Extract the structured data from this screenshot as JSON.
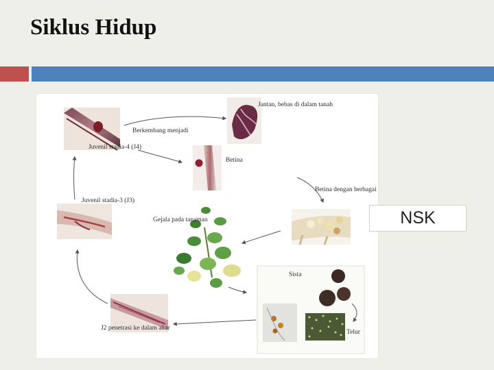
{
  "slide": {
    "title": "Siklus Hidup"
  },
  "overlay": {
    "label": "NSK"
  },
  "diagram": {
    "labels": {
      "male": "Jantan, bebas di dalam tanah",
      "develops": "Berkembang menjadi",
      "juvenile4": "Juvenil stadia-4 (J4)",
      "female": "Betina",
      "female_stages": "Betina dengan berbagai stadia",
      "juvenile3": "Juvenil stadia-3 (J3)",
      "symptoms": "Gejala pada tanaman",
      "cyst": "Sista",
      "egg": "Telur",
      "j2": "J2 penetrasi ke dalam akar"
    },
    "colors": {
      "accent_red": "#c0504d",
      "accent_blue": "#4f81bd",
      "arrow": "#555555"
    }
  }
}
